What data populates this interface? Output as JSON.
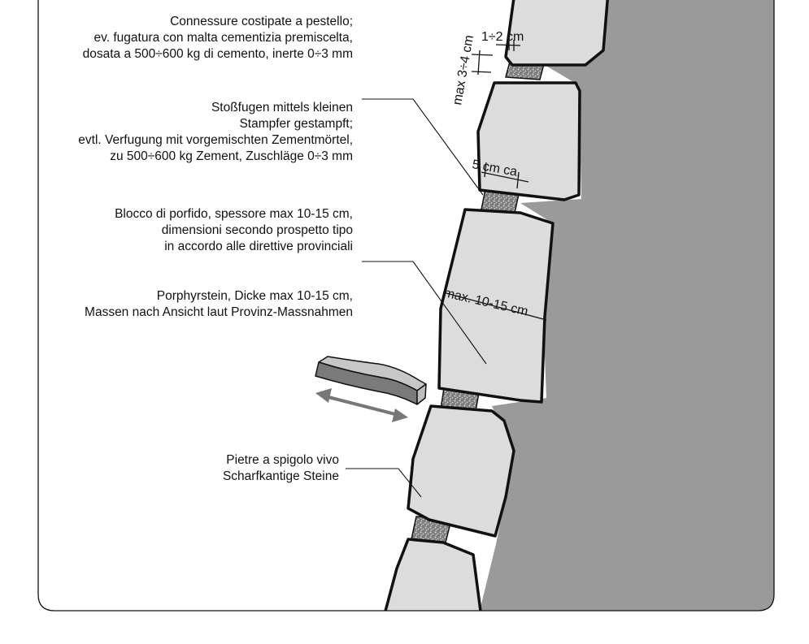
{
  "annotations": [
    {
      "id": "joints-it",
      "lines": [
        "Connessure costipate a pestello;",
        "ev. fugatura con malta cementizia premiscelta,",
        "dosata a 500÷600 kg di cemento, inerte 0÷3 mm"
      ]
    },
    {
      "id": "joints-de",
      "lines": [
        "Stoßfugen mittels kleinen",
        "Stampfer gestampft;",
        "evtl. Verfugung mit vorgemischten Zementmörtel,",
        "zu 500÷600 kg Zement, Zuschläge 0÷3 mm"
      ]
    },
    {
      "id": "block-it",
      "lines": [
        "Blocco di porfido, spessore max 10-15 cm,",
        "dimensioni secondo prospetto tipo",
        "in accordo alle direttive provinciali"
      ]
    },
    {
      "id": "block-de",
      "lines": [
        "Porphyrstein, Dicke max 10-15 cm,",
        "Massen nach Ansicht laut Provinz-Massnahmen"
      ]
    },
    {
      "id": "edges",
      "lines": [
        "Pietre a spigolo vivo",
        "Scharfkantige Steine"
      ]
    }
  ],
  "dimensions": {
    "joint_gap": "1÷2 cm",
    "joint_height": "max 3÷4 cm",
    "joint_width": "5 cm ca.",
    "block_thickness": "max. 10-15 cm"
  },
  "colors": {
    "wall": "#9a9a9a",
    "stone": "#dcdcdc",
    "mortar": "#8e8e8e",
    "outline": "#111111"
  }
}
